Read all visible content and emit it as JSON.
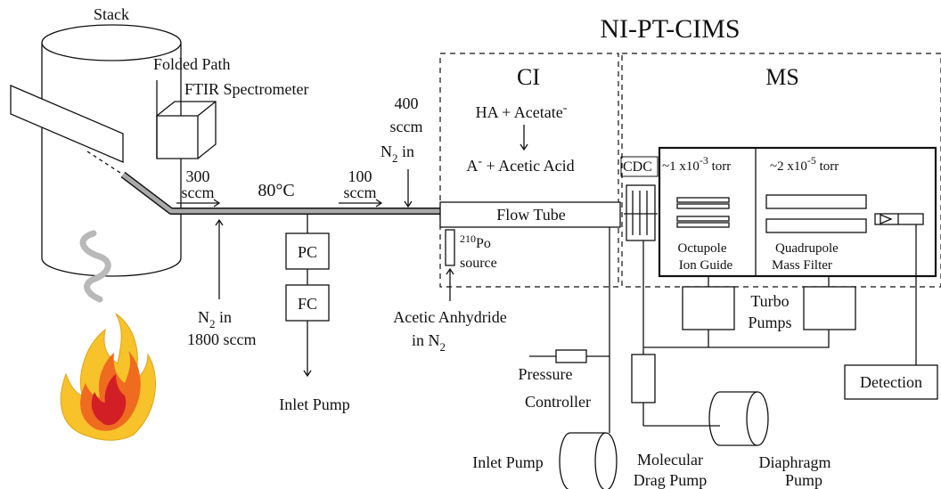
{
  "title": "NI-PT-CIMS",
  "sections": {
    "ci": "CI",
    "ms": "MS"
  },
  "stack": {
    "label": "Stack",
    "ftir_line1": "Folded Path",
    "ftir_line2": "FTIR Spectrometer"
  },
  "inlet": {
    "flow_300": "300",
    "flow_100": "100",
    "sccm": "sccm",
    "temperature": "80°C",
    "n2_400_value": "400",
    "n2_400_unit": "sccm",
    "n2_in": "N",
    "n2_sub": "2",
    "in": " in",
    "n2_1800": "1800 sccm",
    "pc": "PC",
    "fc": "FC",
    "inlet_pump": "Inlet Pump"
  },
  "ci": {
    "reaction_line1_a": "HA + Acetate",
    "reaction_line1_sup": "-",
    "reaction_line2_a": "A",
    "reaction_line2_sup": "-",
    "reaction_line2_b": " + Acetic Acid",
    "flow_tube": "Flow Tube",
    "source_sup": "210",
    "source_po": "Po",
    "source_label": "source",
    "anhydride_line1": "Acetic Anhydride",
    "anhydride_line2": "in N",
    "anhydride_sub": "2"
  },
  "ms": {
    "cdc": "CDC",
    "pressure1_a": "~1 x10",
    "pressure1_sup": "-3",
    "pressure1_b": " torr",
    "pressure2_a": "~2 x10",
    "pressure2_sup": "-5",
    "pressure2_b": " torr",
    "octupole_line1": "Octupole",
    "octupole_line2": "Ion Guide",
    "quadrupole_line1": "Quadrupole",
    "quadrupole_line2": "Mass Filter",
    "turbo_line1": "Turbo",
    "turbo_line2": "Pumps",
    "detection": "Detection",
    "pressure_ctrl_line1": "Pressure",
    "pressure_ctrl_line2": "Controller",
    "inlet_pump": "Inlet Pump",
    "drag_line1": "Molecular",
    "drag_line2": "Drag Pump",
    "diaphragm_line1": "Diaphragm",
    "diaphragm_line2": "Pump"
  },
  "colors": {
    "inlet_line": "#a9a9a9",
    "smoke": "#b9b9b9",
    "flame_outer": "#f7c22a",
    "flame_mid": "#ee6b1f",
    "flame_inner": "#d21f26"
  }
}
